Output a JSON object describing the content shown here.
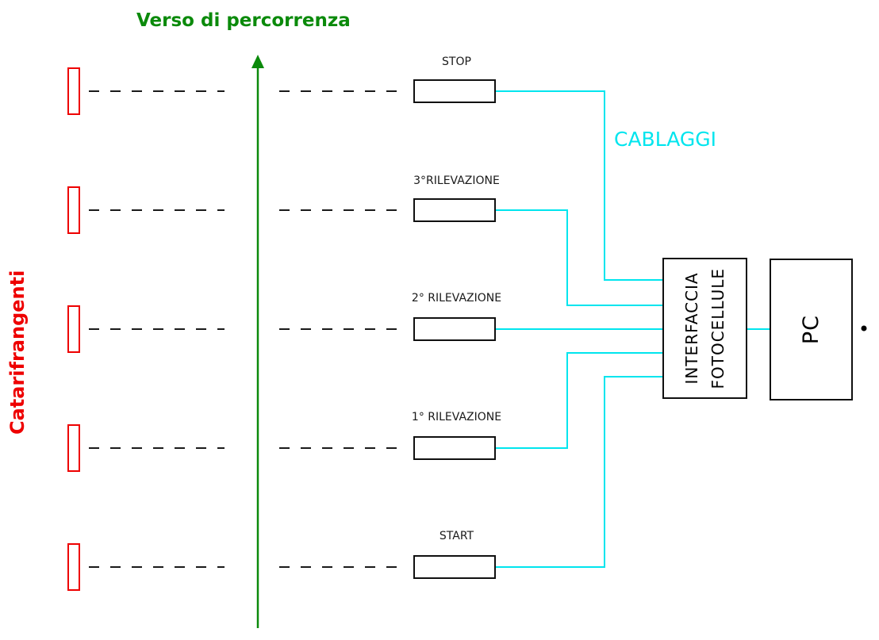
{
  "title": "Verso di percorrenza",
  "left_label": "Catarifrangenti",
  "cablaggi_label": "CABLAGGI",
  "sensors": [
    {
      "label": "STOP"
    },
    {
      "label": "3°RILEVAZIONE"
    },
    {
      "label": "2° RILEVAZIONE"
    },
    {
      "label": "1° RILEVAZIONE"
    },
    {
      "label": "START"
    }
  ],
  "interface_box": {
    "line1": "INTERFACCIA",
    "line2": "FOTOCELLULE"
  },
  "pc_box": {
    "label": "PC"
  },
  "icons": {
    "direction_arrow": "up-arrow",
    "endpoint_dot": "dot"
  },
  "colors": {
    "green": "#0b8a0b",
    "red": "#ee0000",
    "cyan": "#00e5ee",
    "ink": "#1a1a1a",
    "box": "#101010"
  }
}
